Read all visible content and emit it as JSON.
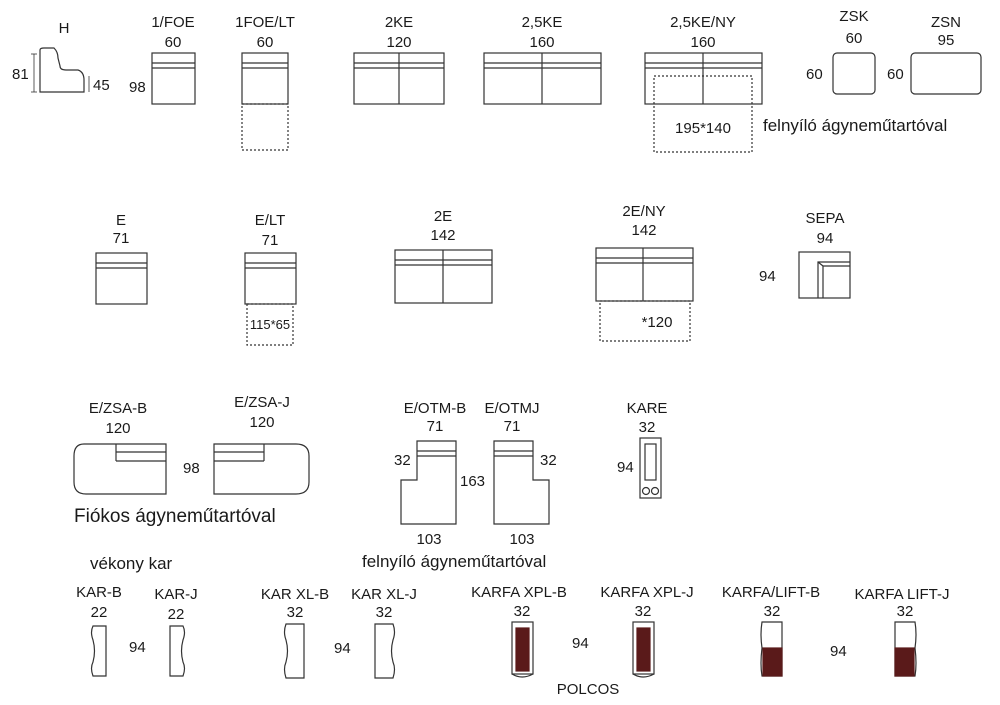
{
  "modules": {
    "h": {
      "code": "H",
      "dim_height": "81",
      "dim_seat": "45"
    },
    "foe1": {
      "code": "1/FOE",
      "width": "60",
      "depth": "98"
    },
    "foe1lt": {
      "code": "1FOE/LT",
      "width": "60"
    },
    "ke2": {
      "code": "2KE",
      "width": "120"
    },
    "ke25": {
      "code": "2,5KE",
      "width": "160"
    },
    "ke25ny": {
      "code": "2,5KE/NY",
      "width": "160",
      "bed": "195*140"
    },
    "zsk": {
      "code": "ZSK",
      "width": "60",
      "depth": "60"
    },
    "zsn": {
      "code": "ZSN",
      "width": "95",
      "depth": "60"
    },
    "e": {
      "code": "E",
      "width": "71"
    },
    "elt": {
      "code": "E/LT",
      "width": "71",
      "bed": "115*65"
    },
    "e2": {
      "code": "2E",
      "width": "142"
    },
    "e2ny": {
      "code": "2E/NY",
      "width": "142",
      "bed": "*120"
    },
    "sepa": {
      "code": "SEPA",
      "width": "94",
      "depth": "94"
    },
    "ezsab": {
      "code": "E/ZSA-B",
      "width": "120"
    },
    "ezsaj": {
      "code": "E/ZSA-J",
      "width": "120",
      "depth": "98"
    },
    "eotmb": {
      "code": "E/OTM-B",
      "width": "71",
      "arm": "32",
      "bottom": "103"
    },
    "eotmj": {
      "code": "E/OTMJ",
      "width": "71",
      "arm": "32",
      "bottom": "103",
      "length": "163"
    },
    "kare": {
      "code": "KARE",
      "width": "32",
      "depth": "94"
    }
  },
  "notes": {
    "storage_top": "felnyíló ágyneműtartóval",
    "drawer_storage": "Fiókos ágyneműtartóval",
    "storage_otm": "felnyíló ágyneműtartóval",
    "thin_arm": "vékony kar",
    "shelves": "POLCOS"
  },
  "arms": {
    "karb": {
      "code": "KAR-B",
      "width": "22"
    },
    "karj": {
      "code": "KAR-J",
      "width": "22"
    },
    "kar_depth": "94",
    "karxlb": {
      "code": "KAR XL-B",
      "width": "32"
    },
    "karxlj": {
      "code": "KAR XL-J",
      "width": "32"
    },
    "karxl_depth": "94",
    "karfaxplb": {
      "code": "KARFA XPL-B",
      "width": "32"
    },
    "karfaxplj": {
      "code": "KARFA XPL-J",
      "width": "32"
    },
    "karfaxpl_depth": "94",
    "karfaliftb": {
      "code": "KARFA/LIFT-B",
      "width": "32"
    },
    "karfaliftj": {
      "code": "KARFA LIFT-J",
      "width": "32"
    },
    "karfalift_depth": "94"
  },
  "colors": {
    "line": "#333333",
    "accent": "#5a1a1a"
  }
}
